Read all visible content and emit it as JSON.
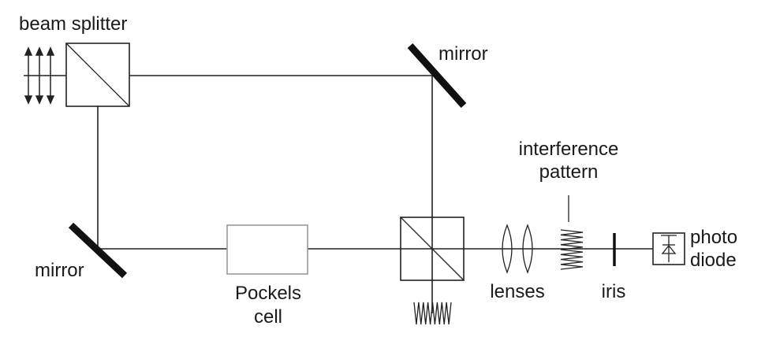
{
  "labels": {
    "beam_splitter": "beam splitter",
    "mirror_top": "mirror",
    "mirror_left": "mirror",
    "pockels_line1": "Pockels",
    "pockels_line2": "cell",
    "interference_line1": "interference",
    "interference_line2": "pattern",
    "lenses": "lenses",
    "iris": "iris",
    "photodiode_line1": "photo",
    "photodiode_line2": "diode"
  },
  "colors": {
    "line": "#222222",
    "mirror": "#111111",
    "pockels_border": "#9a9a9a",
    "text": "#1a1a1a"
  }
}
